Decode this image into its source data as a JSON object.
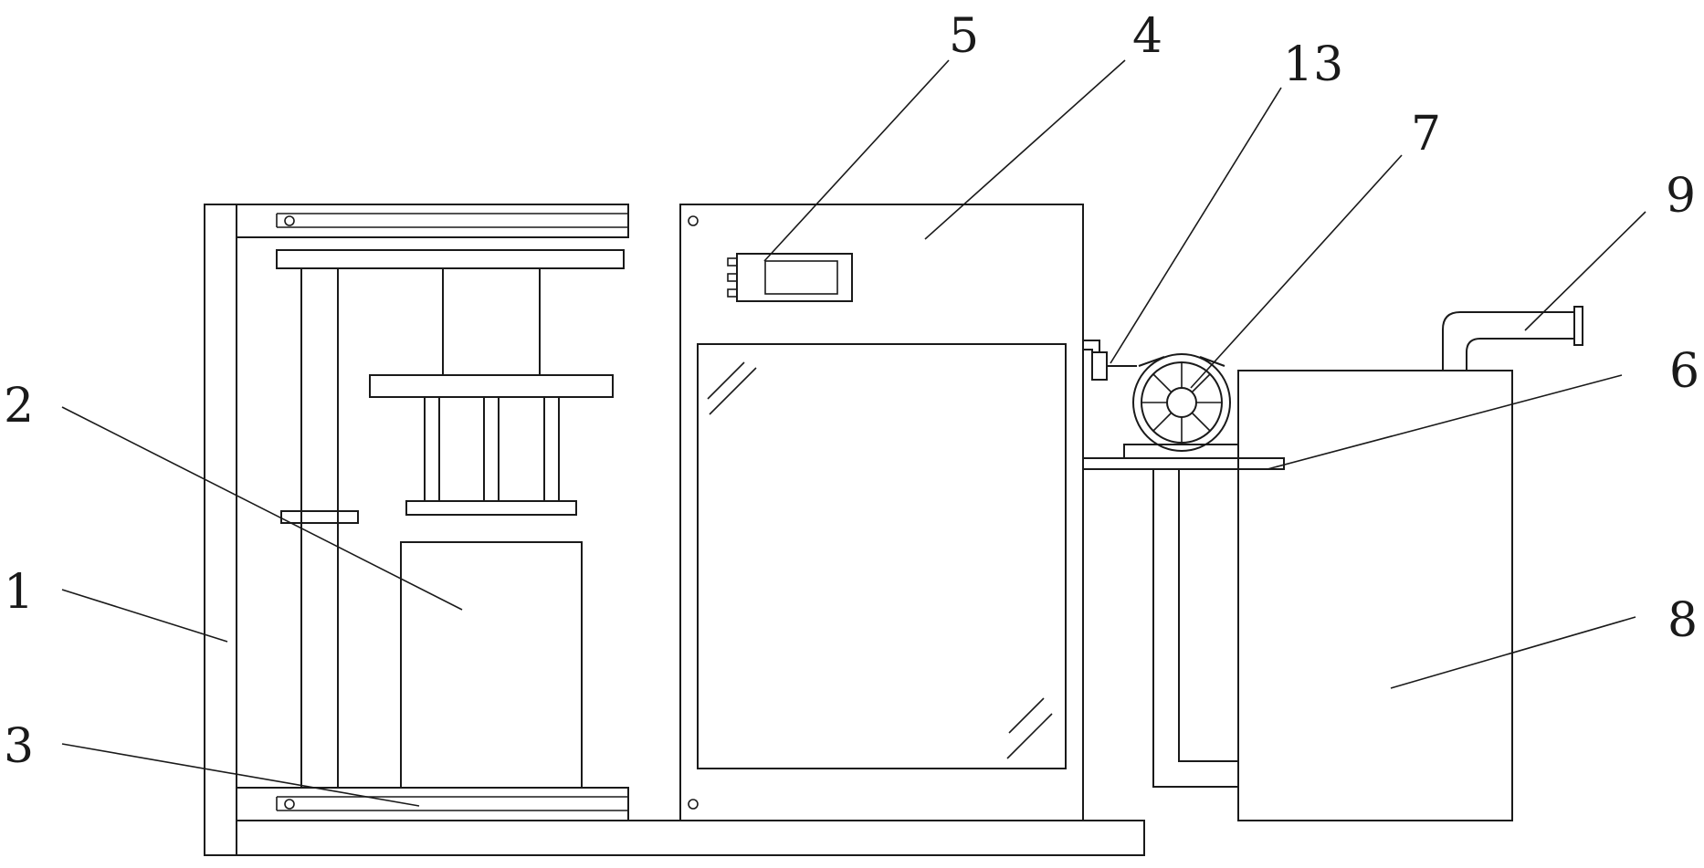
{
  "labels": {
    "l1": "1",
    "l2": "2",
    "l3": "3",
    "l4": "4",
    "l5": "5",
    "l6": "6",
    "l7": "7",
    "l8": "8",
    "l9": "9",
    "l13": "13"
  }
}
